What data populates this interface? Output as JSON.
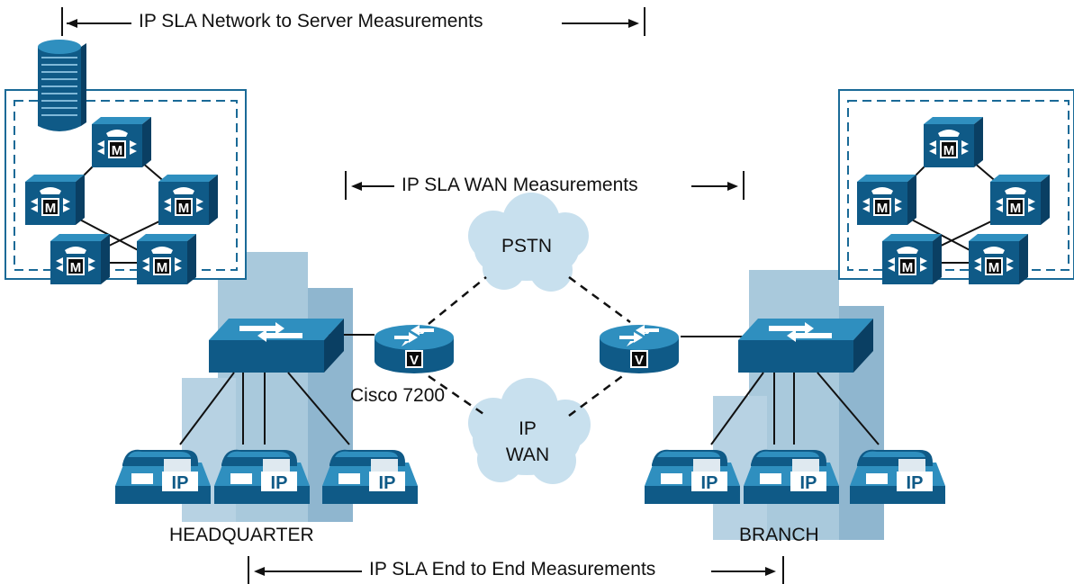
{
  "measurements": {
    "network_to_server": "IP SLA Network to Server Measurements",
    "wan": "IP SLA WAN Measurements",
    "end_to_end": "IP SLA End to End Measurements"
  },
  "clouds": {
    "pstn": "PSTN",
    "ipwan_line1": "IP",
    "ipwan_line2": "WAN"
  },
  "router_hq_label": "Cisco 7200",
  "router_badge": "V",
  "call_manager_badge": "M",
  "phone_badge": "IP",
  "sites": {
    "hq": "HEADQUARTER",
    "branch": "BRANCH"
  },
  "colors": {
    "device_blue": "#0f5a87",
    "device_top": "#2f8fbf",
    "building": "#a9c9dc",
    "cloud": "#c8e0ee",
    "cluster_border": "#1a6a97"
  }
}
